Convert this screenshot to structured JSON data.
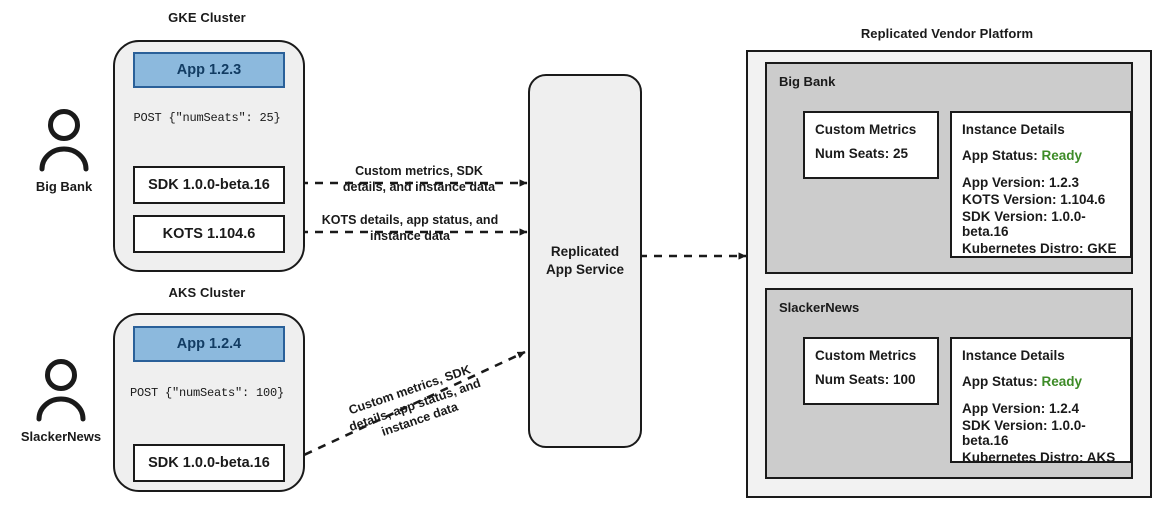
{
  "diagram": {
    "title_gke": "GKE Cluster",
    "title_aks": "AKS Cluster",
    "title_platform": "Replicated Vendor Platform"
  },
  "actors": [
    {
      "name": "Big Bank",
      "icon": "person-icon"
    },
    {
      "name": "SlackerNews",
      "icon": "person-icon"
    }
  ],
  "gke_cluster": {
    "title": "GKE Cluster",
    "app": "App 1.2.3",
    "post_call": "POST {\"numSeats\": 25}",
    "sdk": "SDK 1.0.0-beta.16",
    "kots": "KOTS 1.104.6"
  },
  "aks_cluster": {
    "title": "AKS Cluster",
    "app": "App 1.2.4",
    "post_call": "POST {\"numSeats\": 100}",
    "sdk": "SDK 1.0.0-beta.16"
  },
  "service": {
    "line1": "Replicated",
    "line2": "App Service"
  },
  "edges": [
    {
      "id": "sdk-to-service",
      "line1": "Custom metrics, SDK",
      "line2": "details, and instance data"
    },
    {
      "id": "kots-to-service",
      "line1": "KOTS details, app status, and",
      "line2": "instance data"
    },
    {
      "id": "aks-sdk-to-service",
      "line1": "Custom metrics, SDK",
      "line2": "details, app status, and",
      "line3": "instance data"
    }
  ],
  "platform": {
    "title": "Replicated Vendor Platform",
    "tenants": [
      {
        "name": "Big Bank",
        "metrics": {
          "heading": "Custom Metrics",
          "seats_label": "Num Seats: 25"
        },
        "details": {
          "heading": "Instance Details",
          "status_label": "App Status:",
          "status_value": "Ready",
          "rows": [
            "App Version: 1.2.3",
            "KOTS Version: 1.104.6",
            "SDK Version: 1.0.0-beta.16",
            "Kubernetes Distro: GKE"
          ]
        }
      },
      {
        "name": "SlackerNews",
        "metrics": {
          "heading": "Custom Metrics",
          "seats_label": "Num Seats: 100"
        },
        "details": {
          "heading": "Instance Details",
          "status_label": "App Status:",
          "status_value": "Ready",
          "rows": [
            "App Version: 1.2.4",
            "SDK Version: 1.0.0-beta.16",
            "Kubernetes Distro: AKS"
          ]
        }
      }
    ]
  },
  "colors": {
    "app_fill": "#8cb9dd",
    "app_stroke": "#2a6099",
    "cluster_fill": "#efefef",
    "tenant_fill": "#cccccc",
    "panel_fill": "#f2f2f2",
    "status_ready": "#3d8b27",
    "stroke": "#1a1a1a"
  }
}
